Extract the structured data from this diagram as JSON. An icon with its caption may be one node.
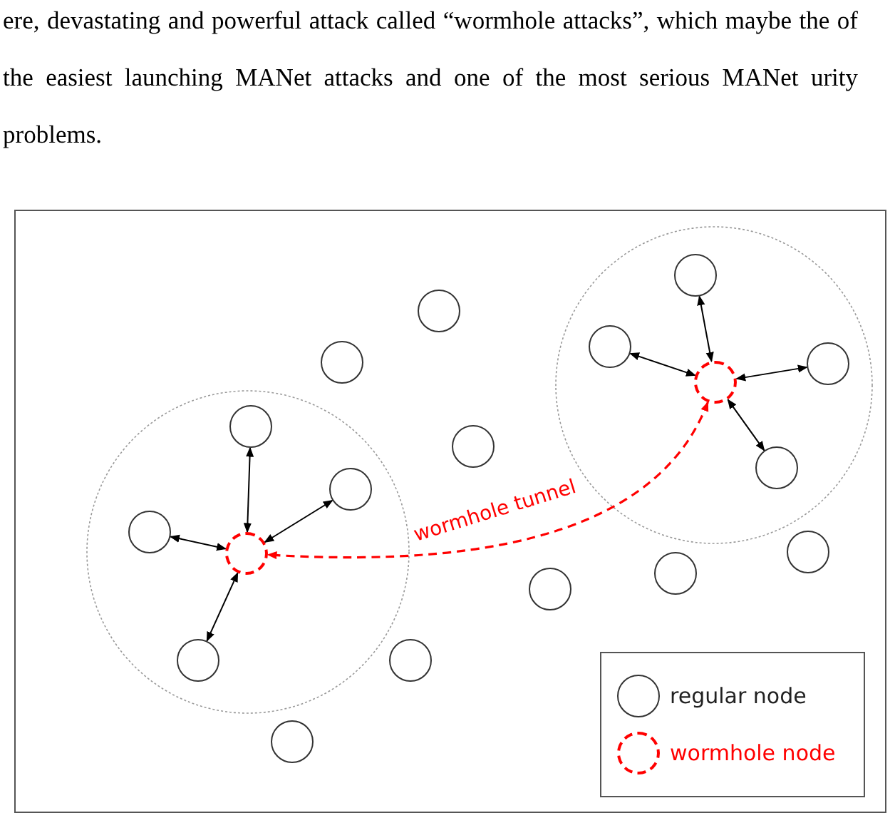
{
  "diagram": {
    "nodes": [
      {
        "text": [],
        "shape": "circle"
      },
      {
        "text": [],
        "shape": "circle"
      },
      {
        "text": [],
        "shape": "circle"
      },
      {
        "text": [],
        "shape": "circle"
      },
      {
        "text": [],
        "shape": "circle"
      },
      {
        "text": [],
        "shape": "circle"
      },
      {
        "text": [],
        "shape": "circle"
      },
      {
        "text": [],
        "shape": "circle"
      },
      {
        "text": [],
        "shape": "circle"
      },
      {
        "text": [],
        "shape": "circle"
      },
      {
        "text": [],
        "shape": "circle"
      },
      {
        "text": [],
        "shape": "circle"
      },
      {
        "text": [],
        "shape": "circle"
      },
      {
        "text": [],
        "shape": "circle"
      },
      {
        "text": [],
        "shape": "circle"
      },
      {
        "text": [],
        "shape": "circle"
      },
      {
        "text": [],
        "shape": "circle"
      },
      {
        "text": [],
        "shape": "circle"
      }
    ],
    "edges": [
      {
        "from": 5,
        "to": 0,
        "arrow": "both"
      },
      {
        "from": 5,
        "to": 2,
        "arrow": "both"
      },
      {
        "from": 5,
        "to": 4,
        "arrow": "both"
      },
      {
        "from": 5,
        "to": 8,
        "arrow": "both"
      },
      {
        "from": 12,
        "to": 6,
        "arrow": "both"
      },
      {
        "from": 12,
        "to": 9,
        "arrow": "both"
      },
      {
        "from": 12,
        "to": 10,
        "arrow": "both"
      },
      {
        "from": 12,
        "to": 15,
        "arrow": "both"
      },
      {
        "from": 5,
        "to": 12,
        "arrow": "both",
        "label": "wormhole tunnel",
        "style": "dashed",
        "color": "#ff0000"
      }
    ],
    "labels": [
      "ere, devastating and powerful attack called “wormhole attacks”, which maybe the of the easiest launching MANet attacks and one of the most serious MANet urity problems."
    ],
    "legend": [
      {
        "text": "regular node"
      },
      {
        "text": "wormhole node"
      }
    ]
  }
}
